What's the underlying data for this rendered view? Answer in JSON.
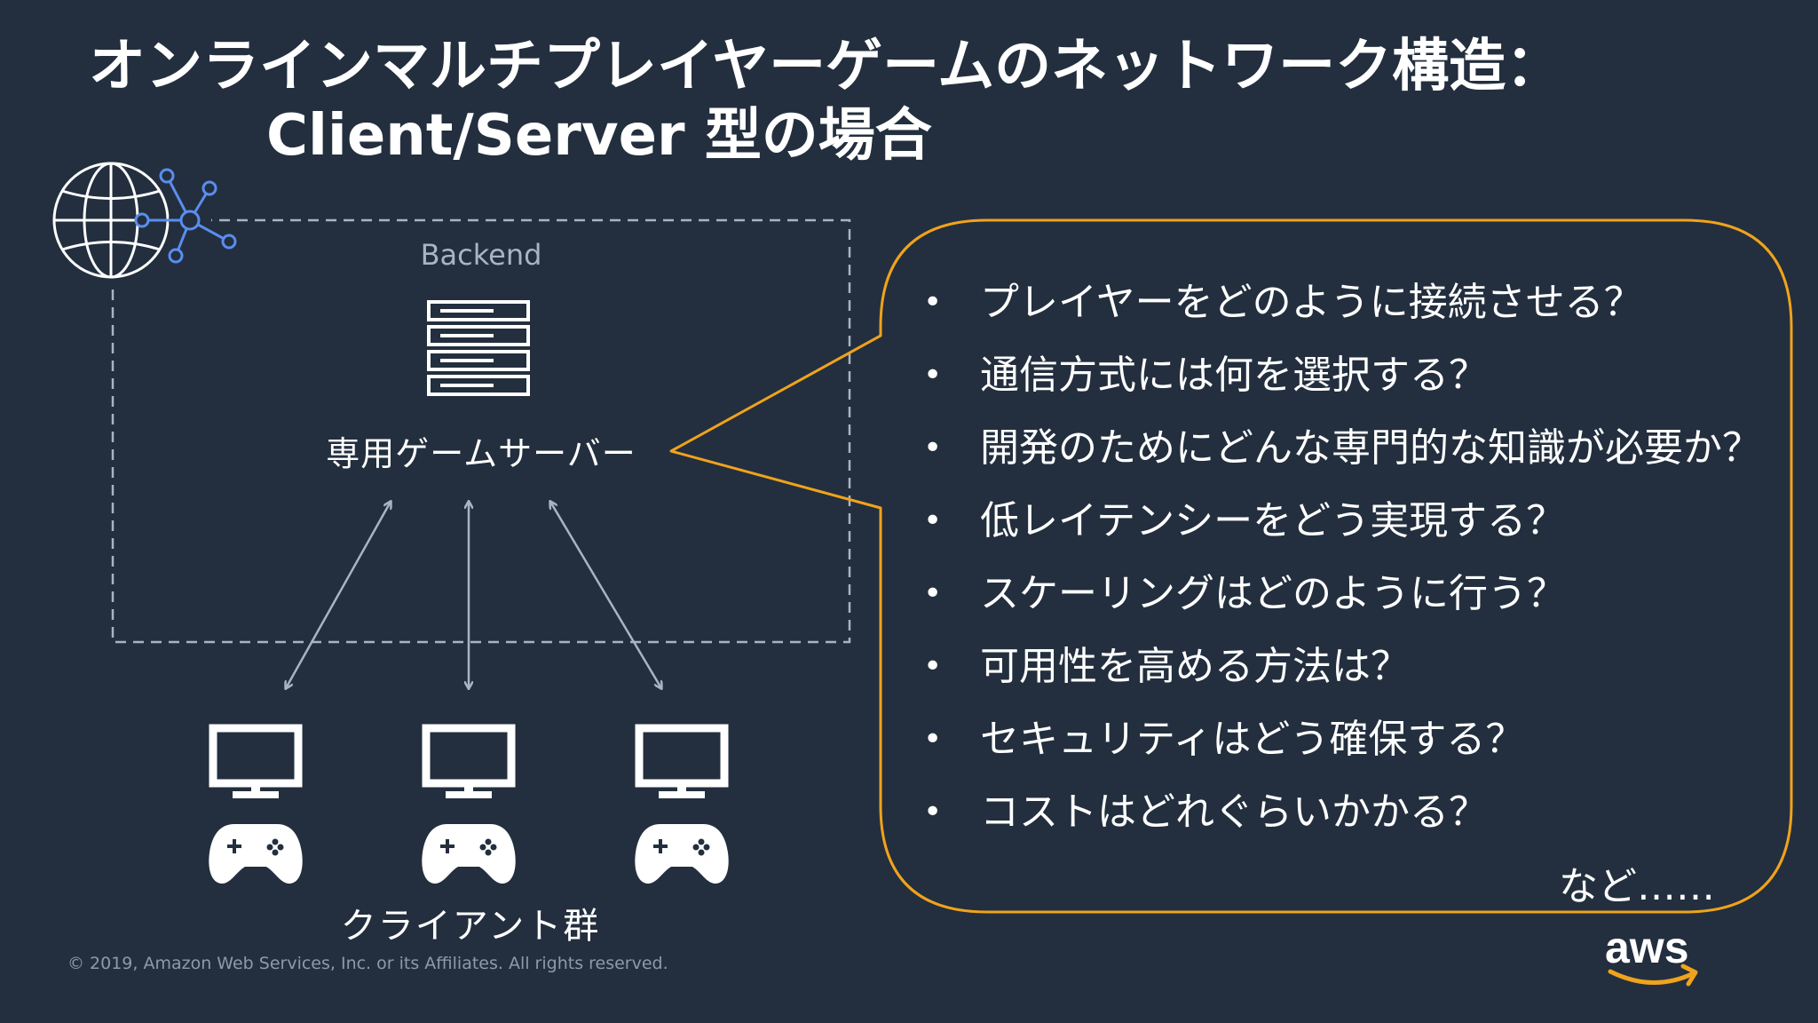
{
  "title": {
    "line1": "オンラインマルチプレイヤーゲームのネットワーク構造：",
    "line2": "Client/Server 型の場合"
  },
  "diagram": {
    "backend_label": "Backend",
    "server_label": "専用ゲームサーバー",
    "clients_label": "クライアント群",
    "client_count": 3
  },
  "questions": [
    "プレイヤーをどのように接続させる？",
    "通信方式には何を選択する？",
    "開発のためにどんな専門的な知識が必要か？",
    "低レイテンシーをどう実現する？",
    "スケーリングはどのように行う？",
    "可用性を高める方法は？",
    "セキュリティはどう確保する？",
    "コストはどれぐらいかかる？"
  ],
  "questions_etc": "など……",
  "footer": {
    "copyright": "© 2019, Amazon Web Services, Inc. or its Affiliates. All rights reserved.",
    "logo_text": "aws"
  },
  "colors": {
    "background": "#232f3e",
    "accent_orange": "#f0a31c",
    "network_blue": "#5b8def",
    "arrow_gray": "#aab4c1"
  }
}
